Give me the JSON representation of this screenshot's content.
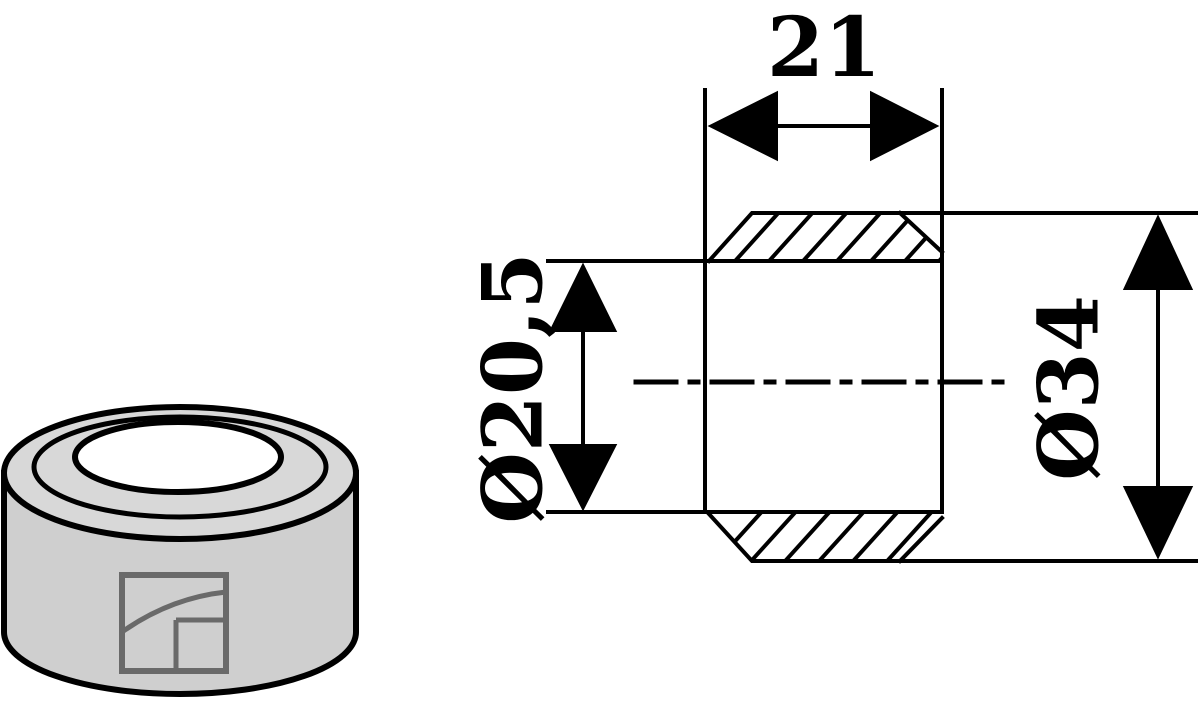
{
  "dimensions": {
    "length": "21",
    "inner_diameter": "Ø20,5",
    "outer_diameter": "Ø34"
  },
  "colors": {
    "line": "#000000",
    "bushing_side": "#cfcfcf",
    "bushing_top": "#d8d8d8",
    "logo_stroke": "#6a6a6a"
  },
  "icons": {
    "logo": "manufacturer-logo-icon",
    "part": "bushing-3d-icon"
  }
}
